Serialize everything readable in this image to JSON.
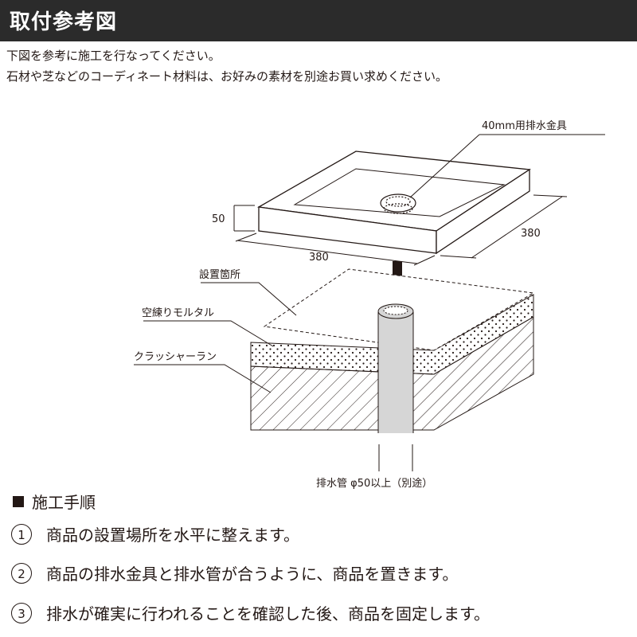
{
  "header": {
    "title": "取付参考図"
  },
  "intro": {
    "line1": "下図を参考に施工を行なってください。",
    "line2": "石材や芝などのコーディネート材料は、お好みの素材を別途お買い求めください。"
  },
  "diagram": {
    "label_drain_fitting": "40mm用排水金具",
    "dim_height": "50",
    "dim_depth": "380",
    "dim_width": "380",
    "label_install_location": "設置箇所",
    "label_dry_mortar": "空練りモルタル",
    "label_crusher_run": "クラッシャーラン",
    "label_drain_pipe": "排水管 φ50以上（別途）"
  },
  "steps": {
    "heading": "施工手順",
    "items": [
      {
        "num": "1",
        "text": "商品の設置場所を水平に整えます。"
      },
      {
        "num": "2",
        "text": "商品の排水金具と排水管が合うように、商品を置きます。"
      },
      {
        "num": "3",
        "text": "排水が確実に行われることを確認した後、商品を固定します。"
      }
    ]
  }
}
